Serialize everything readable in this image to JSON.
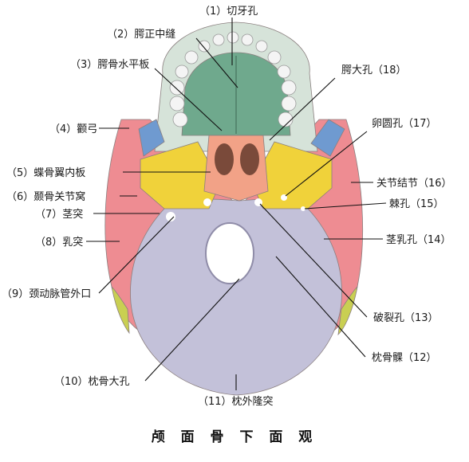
{
  "caption": "颅 面 骨 下 面 观",
  "colors": {
    "occipital": "#c3c1d9",
    "temporal": "#ee8c92",
    "palatine": "#6fa98d",
    "maxilla": "#d6e3d9",
    "sphenoid": "#f0d23a",
    "vomer": "#f2a287",
    "zygomatic_blue": "#6f9ad0",
    "parietal": "#c9cf52",
    "teeth": "#f4f4f4"
  },
  "labels": [
    {
      "id": "incisive-foramen",
      "text": "（1）切牙孔"
    },
    {
      "id": "median-palatine-suture",
      "text": "（2）腭正中缝"
    },
    {
      "id": "horizontal-plate-palatine",
      "text": "（3）腭骨水平板"
    },
    {
      "id": "zygomatic-arch",
      "text": "（4）颧弓"
    },
    {
      "id": "medial-pterygoid-plate",
      "text": "（5）蝶骨翼内板"
    },
    {
      "id": "mandibular-fossa",
      "text": "（6）颞骨关节窝"
    },
    {
      "id": "styloid-process",
      "text": "（7）茎突"
    },
    {
      "id": "mastoid-process",
      "text": "（8）乳突"
    },
    {
      "id": "carotid-canal",
      "text": "（9）颈动脉管外口"
    },
    {
      "id": "foramen-magnum",
      "text": "（10）枕骨大孔"
    },
    {
      "id": "external-occipital-protuberance",
      "text": "（11）枕外隆突"
    },
    {
      "id": "occipital-condyle",
      "text": "枕骨髁（12）"
    },
    {
      "id": "foramen-lacerum",
      "text": "破裂孔（13）"
    },
    {
      "id": "stylomastoid-foramen",
      "text": "茎乳孔（14）"
    },
    {
      "id": "foramen-spinosum",
      "text": "棘孔（15）"
    },
    {
      "id": "articular-tubercle",
      "text": "关节结节（16）"
    },
    {
      "id": "foramen-ovale",
      "text": "卵圆孔（17）"
    },
    {
      "id": "greater-palatine-foramen",
      "text": "腭大孔（18）"
    }
  ]
}
